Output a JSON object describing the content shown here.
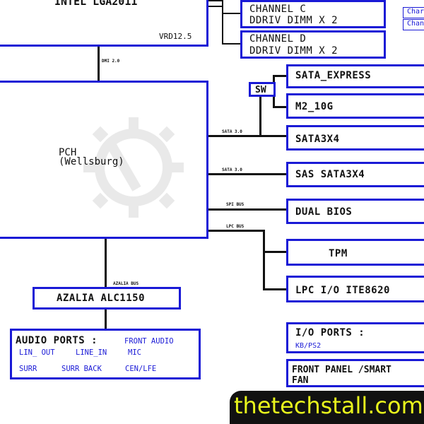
{
  "cpu": {
    "title": "INTEL LGA2011",
    "vrd": "VRD12.5"
  },
  "channels": [
    {
      "name": "CHANNEL C",
      "desc": "DDRIV  DIMM X 2"
    },
    {
      "name": "CHANNEL D",
      "desc": "DDRIV  DIMM X 2"
    }
  ],
  "right_edge": [
    "Char",
    "Chan"
  ],
  "buses": {
    "dmi": "DMI 2.0",
    "sata1": "SATA 3.0",
    "sata2": "SATA 3.0",
    "spi": "SPI BUS",
    "lpc": "LPC BUS",
    "azalia": "AZALIA BUS"
  },
  "pch": {
    "line1": "PCH",
    "line2": "(Wellsburg)"
  },
  "switch": "SW",
  "blocks": {
    "sata_express": "SATA_EXPRESS",
    "m2": "M2_10G",
    "sata3x4": "SATA3X4",
    "sas": "SAS SATA3X4",
    "bios": "DUAL BIOS",
    "tpm": "TPM",
    "lpc_io": "LPC I/O ITE8620",
    "io_ports_title": "I/O PORTS :",
    "io_ports_sub": "KB/PS2",
    "front_panel_1": "FRONT PANEL /SMART",
    "front_panel_2": "FAN",
    "azalia": "AZALIA ALC1150"
  },
  "audio": {
    "title": "AUDIO PORTS :",
    "front": "FRONT AUDIO",
    "row1": [
      "LIN_ OUT",
      "LINE_IN",
      "MIC"
    ],
    "row2": [
      "SURR",
      "SURR BACK",
      "CEN/LFE"
    ]
  },
  "brand": "thetechstall.com",
  "colors": {
    "block_border": "#1a1ad6",
    "wire": "#111111",
    "brand_text": "#e8f51c",
    "brand_bg": "#111111"
  }
}
